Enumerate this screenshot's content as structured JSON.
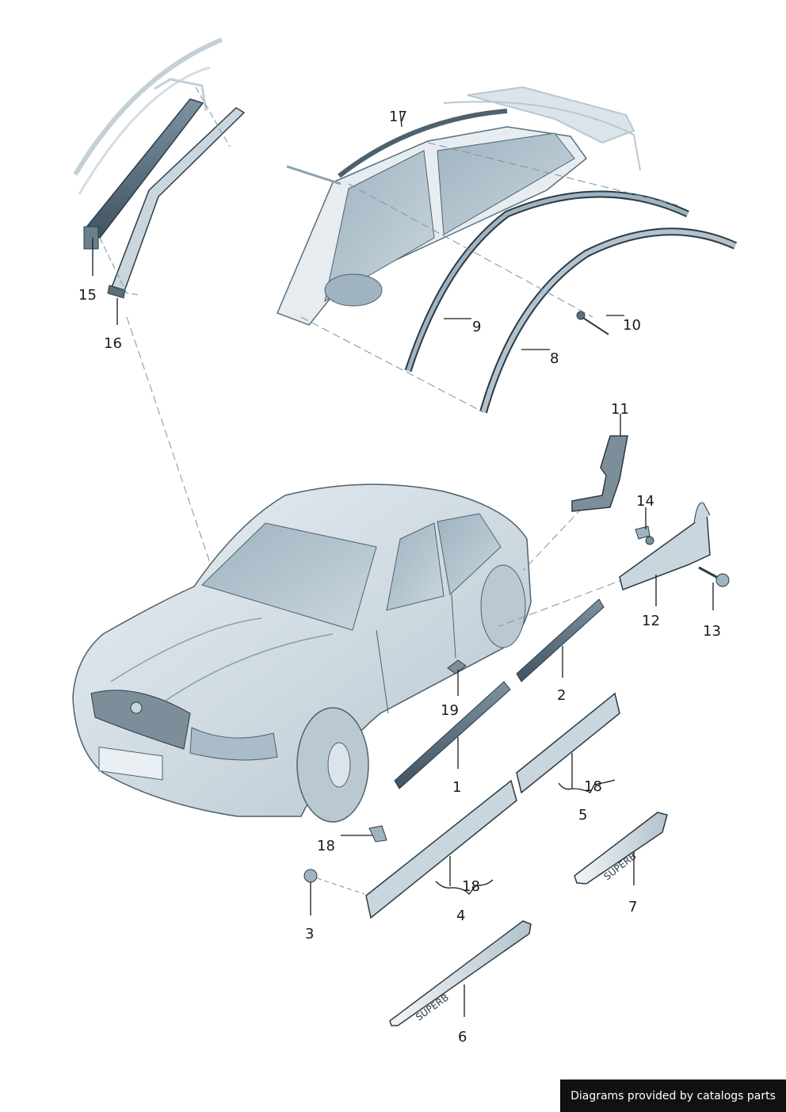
{
  "callouts": [
    {
      "id": "c1",
      "label": "1"
    },
    {
      "id": "c2",
      "label": "2"
    },
    {
      "id": "c3",
      "label": "3"
    },
    {
      "id": "c4",
      "label": "4"
    },
    {
      "id": "c5",
      "label": "5"
    },
    {
      "id": "c6",
      "label": "6"
    },
    {
      "id": "c7",
      "label": "7"
    },
    {
      "id": "c8",
      "label": "8"
    },
    {
      "id": "c9",
      "label": "9"
    },
    {
      "id": "c10",
      "label": "10"
    },
    {
      "id": "c11",
      "label": "11"
    },
    {
      "id": "c12",
      "label": "12"
    },
    {
      "id": "c13",
      "label": "13"
    },
    {
      "id": "c14",
      "label": "14"
    },
    {
      "id": "c15",
      "label": "15"
    },
    {
      "id": "c16",
      "label": "16"
    },
    {
      "id": "c17",
      "label": "17"
    },
    {
      "id": "c18a",
      "label": "18"
    },
    {
      "id": "c18b",
      "label": "18"
    },
    {
      "id": "c18c",
      "label": "18"
    },
    {
      "id": "c19",
      "label": "19"
    }
  ],
  "sill_plate_text": "SUPERB",
  "footer": {
    "text": "Diagrams provided by catalogs parts"
  },
  "colors": {
    "part_fill": "#c9d6de",
    "part_dark": "#5b6f7c",
    "outline": "#2b3b46",
    "leader": "#1a1a1a",
    "dash": "#7b93a3"
  }
}
